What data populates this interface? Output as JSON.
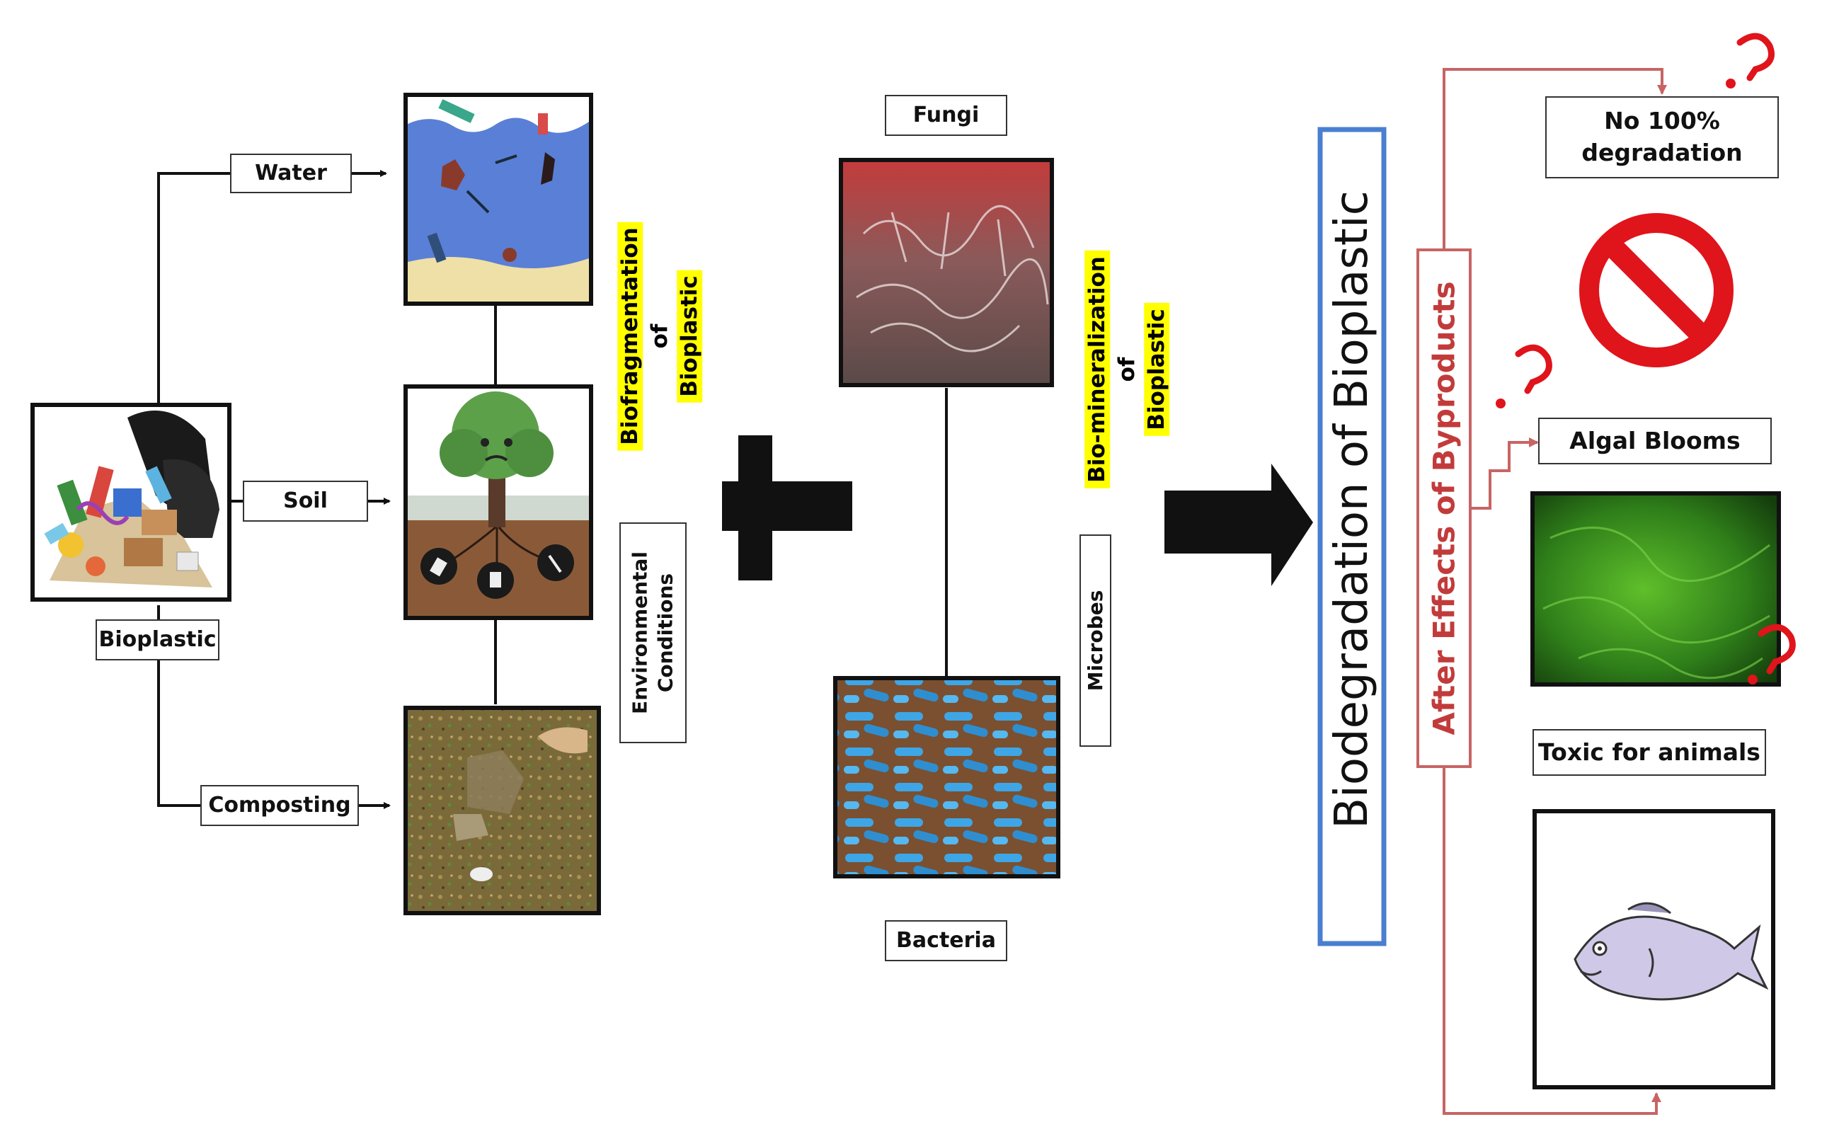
{
  "labels": {
    "water": "Water",
    "soil": "Soil",
    "composting": "Composting",
    "bioplastic": "Bioplastic",
    "fungi": "Fungi",
    "bacteria": "Bacteria",
    "no_degradation_line1": "No 100%",
    "no_degradation_line2": "degradation",
    "algal_blooms": "Algal Blooms",
    "toxic": "Toxic for animals"
  },
  "vertical": {
    "biofragmentation": [
      "Biofragmentation",
      "of",
      "Bioplastic"
    ],
    "biomineralization": [
      "Bio-mineralization",
      "of",
      "Bioplastic"
    ],
    "environmental": [
      "Environmental",
      "Conditions"
    ],
    "microbes": "Microbes",
    "title": "Biodegradation of Bioplastic",
    "after_effects": "After Effects of Byproducts"
  },
  "colors": {
    "highlight": "#ffff00",
    "title_box": "#4a7fd0",
    "after_effects": "#c23b3b",
    "no_sign": "#e0141b"
  },
  "icons": [
    "plus-icon",
    "arrow-right-icon",
    "prohibited-icon",
    "question-mark-icon"
  ]
}
